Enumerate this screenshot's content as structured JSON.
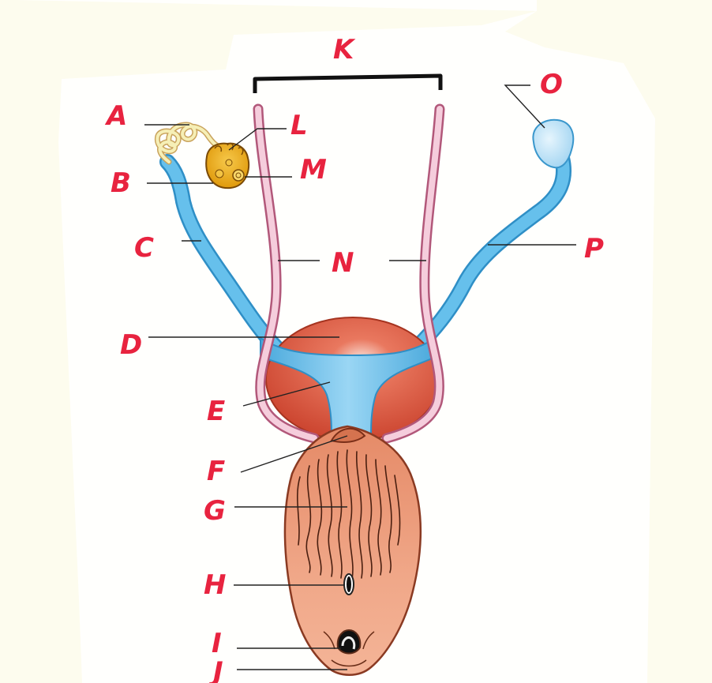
{
  "diagram": {
    "labels": {
      "A": "A",
      "B": "B",
      "C": "C",
      "D": "D",
      "E": "E",
      "F": "F",
      "G": "G",
      "H": "H",
      "I": "I",
      "J": "J",
      "K": "K",
      "L": "L",
      "M": "M",
      "N": "N",
      "O": "O",
      "P": "P"
    }
  },
  "colors": {
    "background": "#fdfcee",
    "panel": "#ffffff",
    "label": "#e8233f",
    "oviduct_blue": "#5ab8e8",
    "ureter_pink": "#f2c4d4",
    "bladder_red": "#d9543a",
    "cloaca_skin": "#e89a78",
    "ovary_yellow": "#f2b41c"
  }
}
